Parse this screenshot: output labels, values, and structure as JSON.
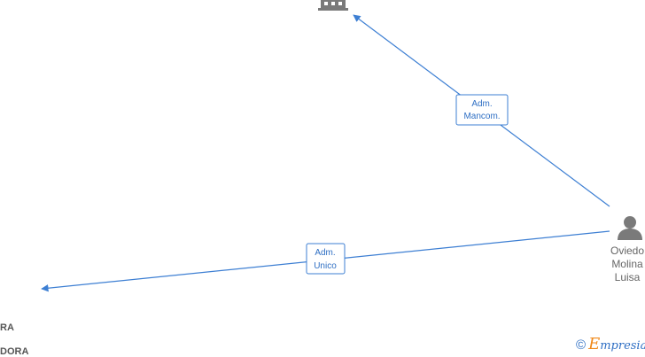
{
  "edges": [
    {
      "label_line1": "Adm.",
      "label_line2": "Mancom."
    },
    {
      "label_line1": "Adm.",
      "label_line2": "Unico"
    }
  ],
  "nodes": {
    "person": {
      "name_lines": [
        "Oviedo",
        "Molina",
        "Luisa"
      ]
    },
    "companies": [
      {
        "label": "RA"
      },
      {
        "label": "DORA"
      }
    ]
  },
  "watermark": {
    "copyright": "©",
    "brand_initial": "E",
    "brand_rest": "mpresia"
  },
  "colors": {
    "edge": "#3d7fd3",
    "icon": "#7a7a7a",
    "brand_orange": "#f08a1c"
  }
}
